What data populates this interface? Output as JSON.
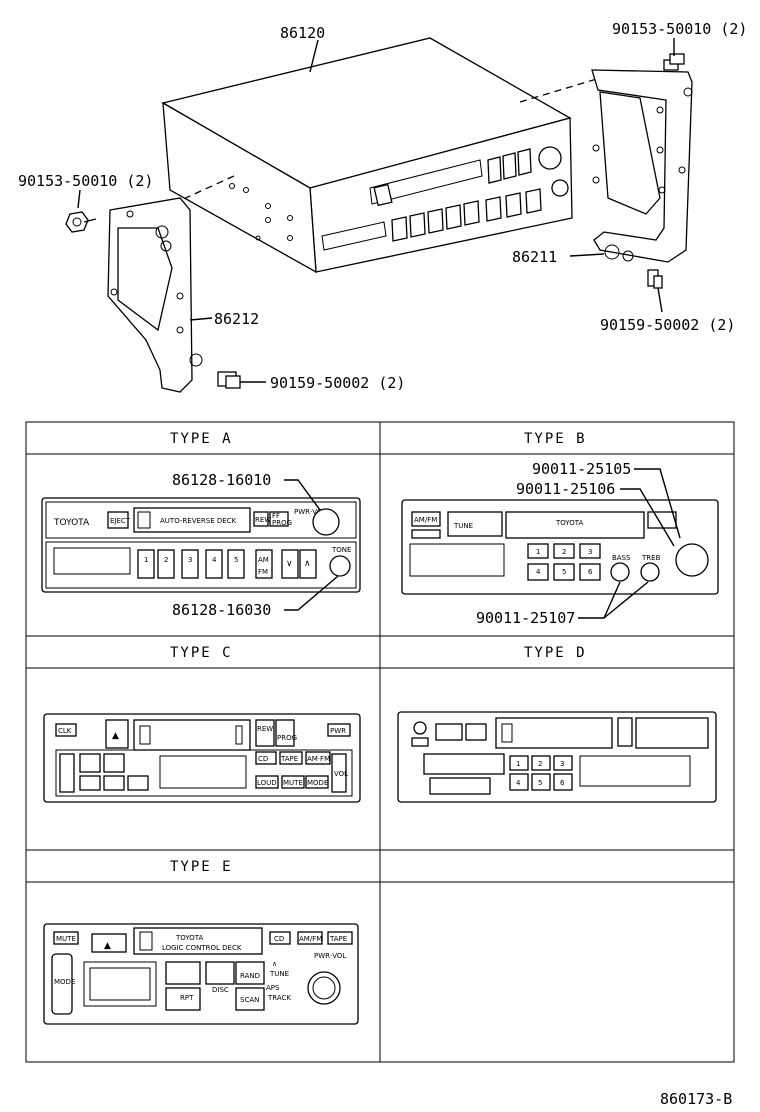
{
  "exploded_view": {
    "radio_unit": "86120",
    "bolt_bracket_right": "90153-50010 (2)",
    "bolt_bracket_left": "90153-50010 (2)",
    "bracket_right": "86211",
    "bracket_left": "86212",
    "screw_right": "90159-50002 (2)",
    "screw_left": "90159-50002 (2)"
  },
  "table": {
    "type_a": {
      "header": "TYPE  A",
      "callout_top": "86128-16010",
      "callout_bottom": "86128-16030",
      "panel": {
        "brand": "TOYOTA",
        "eject": "EJECT",
        "cassette": "AUTO-REVERSE DECK",
        "rew": "REW",
        "ff": "FF",
        "prog": "PROG",
        "pwr_vol": "PWR·VOL",
        "tone": "TONE",
        "am": "AM",
        "fm": "FM",
        "presets": [
          "1",
          "2",
          "3",
          "4",
          "5"
        ]
      }
    },
    "type_b": {
      "header": "TYPE  B",
      "callout_1": "90011-25105",
      "callout_2": "90011-25106",
      "callout_3": "90011-25107",
      "panel": {
        "brand": "TOYOTA",
        "am_fm": "AM/FM",
        "tune": "TUNE",
        "bass": "BASS",
        "treb": "TREB",
        "presets": [
          "1",
          "2",
          "3",
          "4",
          "5",
          "6"
        ]
      }
    },
    "type_c": {
      "header": "TYPE  C",
      "panel": {
        "clk": "CLK",
        "pwr": "PWR",
        "tape": "TAPE",
        "am_fm": "AM·FM",
        "loud": "LOUD",
        "mute": "MUTE",
        "mode": "MODE",
        "vol": "VOL",
        "rew": "REW",
        "prog": "PROG",
        "cd": "CD"
      }
    },
    "type_d": {
      "header": "TYPE  D",
      "panel": {
        "presets": [
          "1",
          "2",
          "3",
          "4",
          "5",
          "6"
        ]
      }
    },
    "type_e": {
      "header": "TYPE  E",
      "panel": {
        "brand": "TOYOTA",
        "sub": "LOGIC CONTROL DECK",
        "mute": "MUTE",
        "mode": "MODE",
        "cd": "CD",
        "am_fm": "AM/FM",
        "tape": "TAPE",
        "tune": "TUNE",
        "track": "TRACK",
        "pwr_vol": "PWR·VOL",
        "aps": "APS",
        "rand": "RAND",
        "disc": "DISC",
        "rpt": "RPT",
        "scan": "SCAN"
      }
    },
    "empty_cell_header": ""
  },
  "figure_id": "860173-B"
}
